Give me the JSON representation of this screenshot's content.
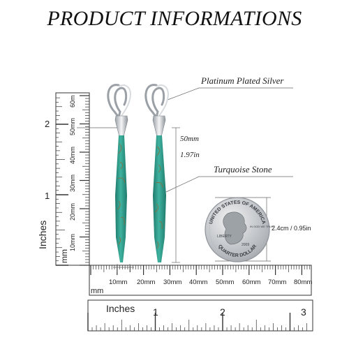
{
  "title": "PRODUCT INFORMATIONS",
  "callouts": {
    "metal": "Platinum Plated Silver",
    "stone": "Turquoise Stone",
    "length_mm": "50mm",
    "length_in": "1.97in",
    "coin_size": "2.4cm / 0.95in"
  },
  "vertical_ruler": {
    "unit_in": "Inches",
    "unit_mm": "mm",
    "inch_labels": [
      "1",
      "2"
    ],
    "mm_labels": [
      "10mm",
      "20mm",
      "30mm",
      "40mm",
      "50mm",
      "60m"
    ]
  },
  "horizontal_ruler": {
    "unit_mm": "mm",
    "unit_in": "Inches",
    "mm_labels": [
      "10mm",
      "20mm",
      "30mm",
      "40mm",
      "50mm",
      "60mm",
      "70mm",
      "80mm"
    ],
    "inch_labels": [
      "1",
      "2",
      "3"
    ]
  },
  "coin": {
    "top_text": "UNITED STATES OF AMERICA",
    "bottom_text": "QUARTER DOLLAR",
    "liberty": "LIBERTY",
    "motto": "IN GOD WE TRUST",
    "year": "2009"
  },
  "colors": {
    "turquoise": "#2f9c8c",
    "silver": "#c9ccd0",
    "line": "#444444"
  }
}
